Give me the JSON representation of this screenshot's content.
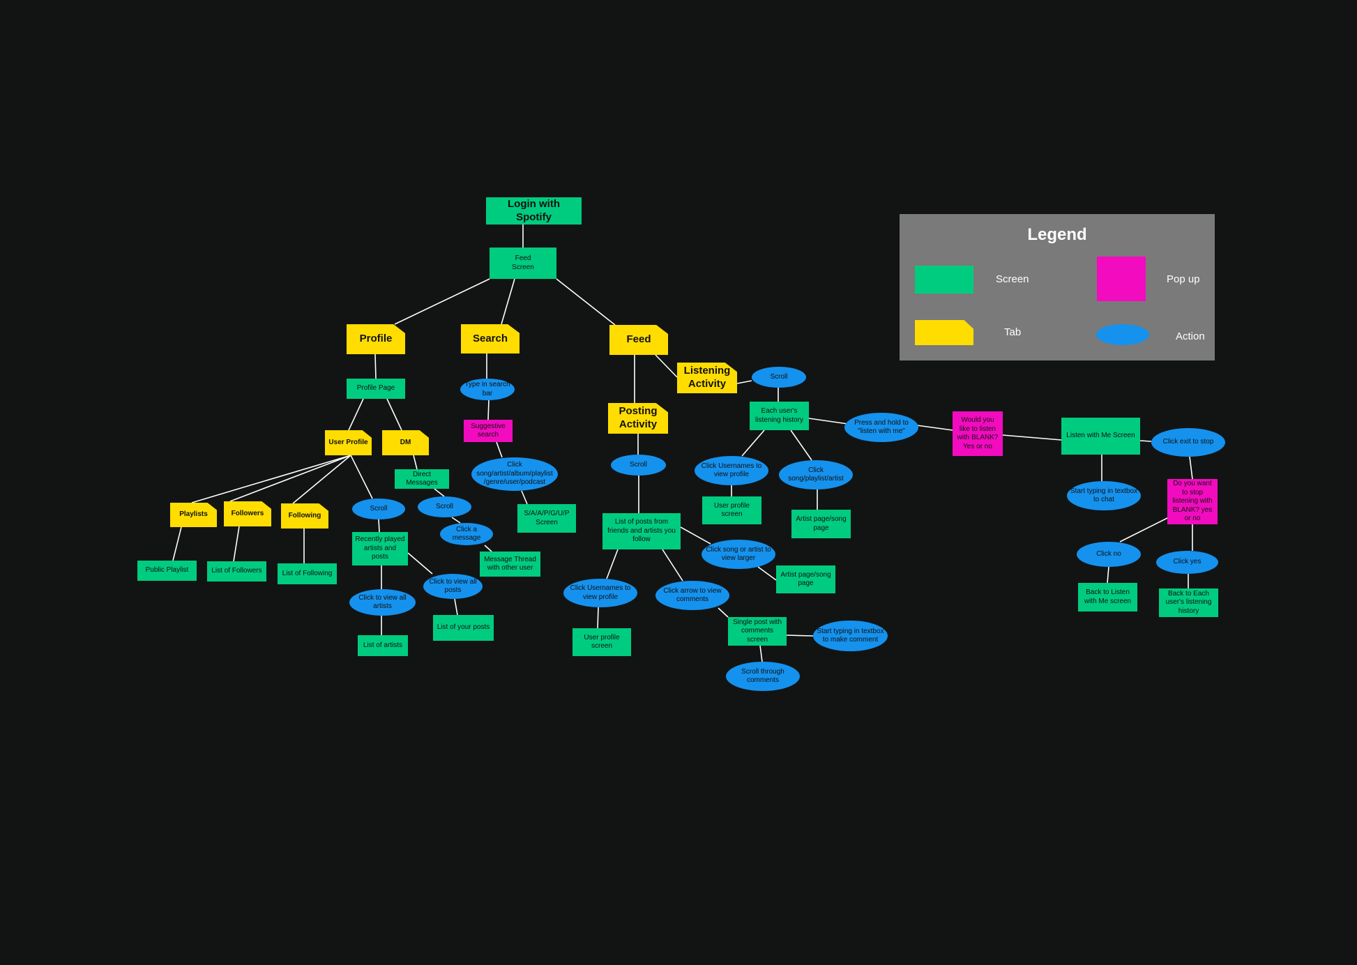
{
  "legend": {
    "title": "Legend",
    "screen": "Screen",
    "popup": "Pop up",
    "tab": "Tab",
    "action": "Action"
  },
  "colors": {
    "screen": "#00cc80",
    "tab": "#ffdd00",
    "popup": "#f20bbf",
    "action": "#1592ee",
    "background": "#121414",
    "legend_bg": "#7a7a7a",
    "line": "#ffffff"
  },
  "nodes": {
    "login": "Login with Spotify",
    "feed_screen": "Feed\nScreen",
    "profile_tab": "Profile",
    "search_tab": "Search",
    "feed_tab": "Feed",
    "profile_page": "Profile Page",
    "user_profile": "User Profile",
    "dm": "DM",
    "playlists": "Playlists",
    "followers": "Followers",
    "following": "Following",
    "scroll_profile": "Scroll",
    "public_playlist": "Public Playlist",
    "list_followers": "List of Followers",
    "list_following": "List of Following",
    "recently_played": "Recently played artists and posts",
    "click_all_artists": "Click to view all artists",
    "list_artists": "List of artists",
    "click_all_posts": "Click to view all posts",
    "list_posts": "List of your posts",
    "direct_messages": "Direct Messages",
    "scroll_dm": "Scroll",
    "click_message": "Click a message",
    "message_thread": "Message Thread with other user",
    "type_search": "Type in search bar",
    "suggestive_search": "Suggestive search",
    "click_song": "Click song/artist/album/playlist /genre/user/podcast",
    "sa_screen": "S/A/A/P/G/U/P Screen",
    "listening_activity": "Listening Activity",
    "posting_activity": "Posting Activity",
    "scroll_posting": "Scroll",
    "list_posts_friends": "List of posts from friends and artists you follow",
    "click_usernames_feed": "Click Usernames to view profile",
    "user_profile_screen_feed": "User profile screen",
    "click_arrow": "Click arrow to view comments",
    "single_post": "Single post with comments screen",
    "scroll_comments": "Scroll through comments",
    "start_typing_comment": "Start typing in textbox to make comment",
    "click_song_larger": "Click song or artist to view larger",
    "artist_page_feed": "Artist page/song page",
    "scroll_listening": "Scroll",
    "each_user_history": "Each user's listening history",
    "click_usernames_listen": "Click Usernames to view profile",
    "user_profile_screen_listen": "User profile screen",
    "click_song_playlist": "Click song/playlist/artist",
    "artist_page_listen": "Artist page/song page",
    "press_hold": "Press and hold to \"listen with me\"",
    "would_you_like": "Would you like to listen with BLANK? Yes or no",
    "listen_with_me": "Listen with Me Screen",
    "start_typing_chat": "Start typing in textbox to chat",
    "click_exit": "Click exit to stop",
    "do_you_want": "Do you want to stop listening with BLANK? yes or no",
    "click_no": "Click no",
    "back_listen": "Back to Listen with Me screen",
    "click_yes": "Click yes",
    "back_each": "Back to Each user's listening history"
  }
}
